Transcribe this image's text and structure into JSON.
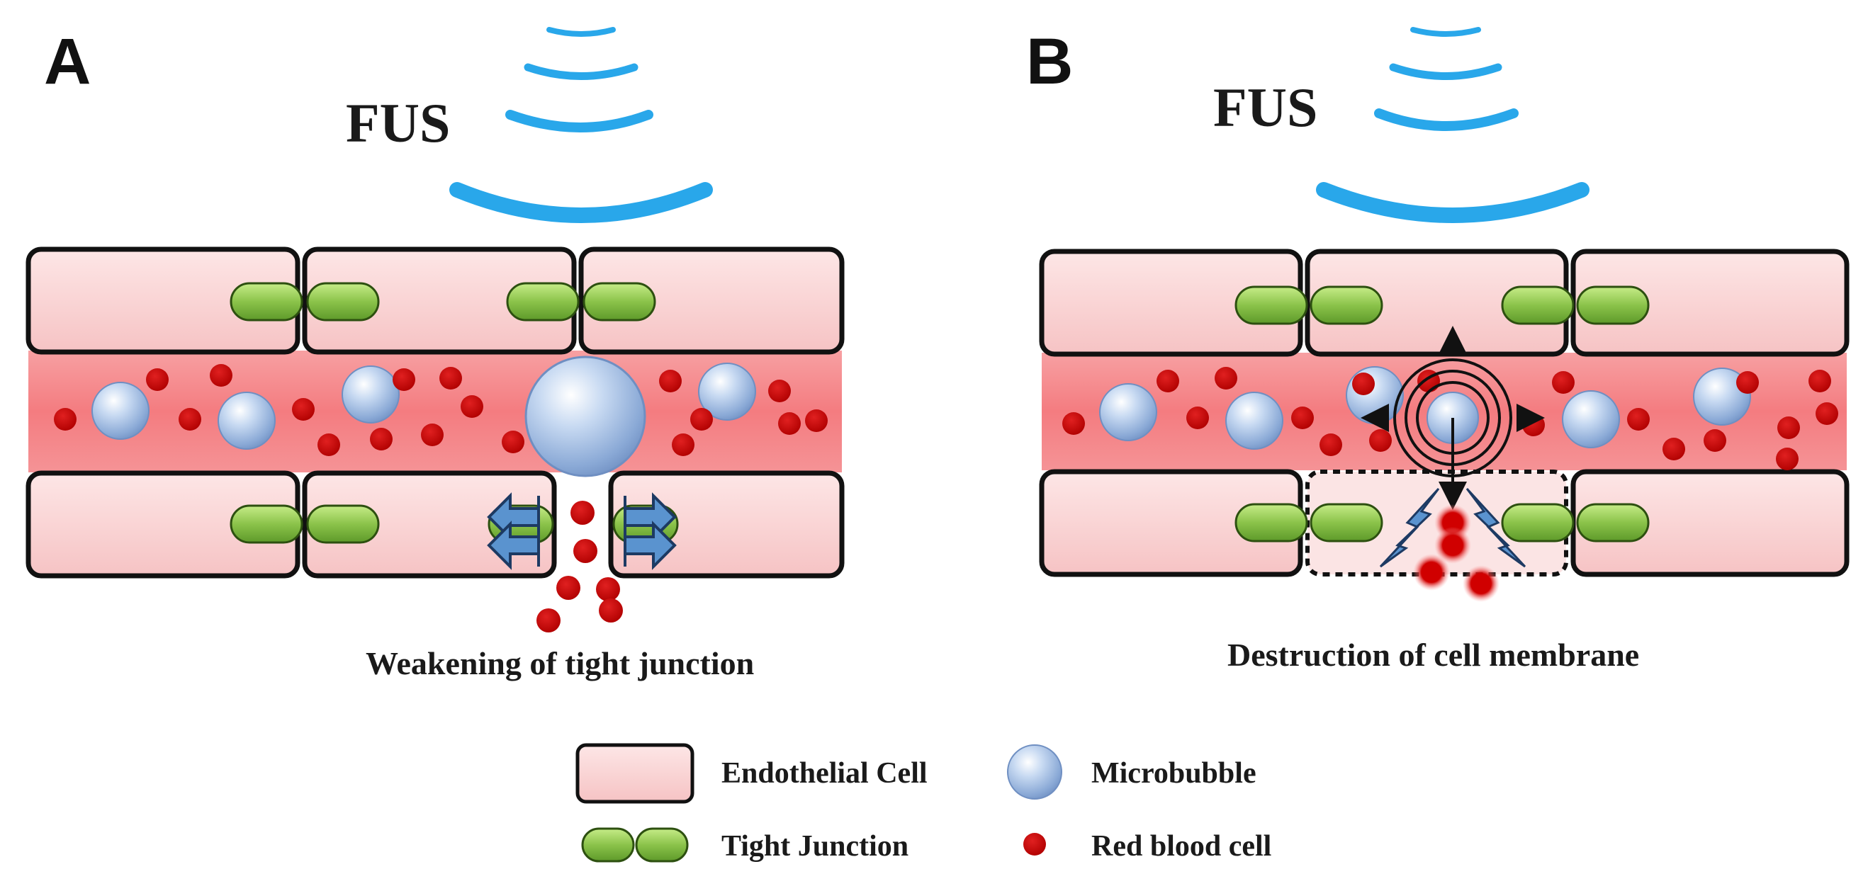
{
  "panels": [
    {
      "letter": "A",
      "fus_label": "FUS",
      "caption": "Weakening of tight junction"
    },
    {
      "letter": "B",
      "fus_label": "FUS",
      "caption": "Destruction of cell membrane"
    }
  ],
  "legend": {
    "endothelial_cell": "Endothelial Cell",
    "tight_junction": "Tight Junction",
    "microbubble": "Microbubble",
    "red_blood_cell": "Red blood cell"
  },
  "colors": {
    "endothelial": "#f9d1d2",
    "vessel": "#f47c80",
    "junction": "#8bc34a",
    "microbubble": "#a9c3e6",
    "rbc": "#c40000",
    "ultrasound": "#29a7ea",
    "arrow": "#5a93cf"
  }
}
